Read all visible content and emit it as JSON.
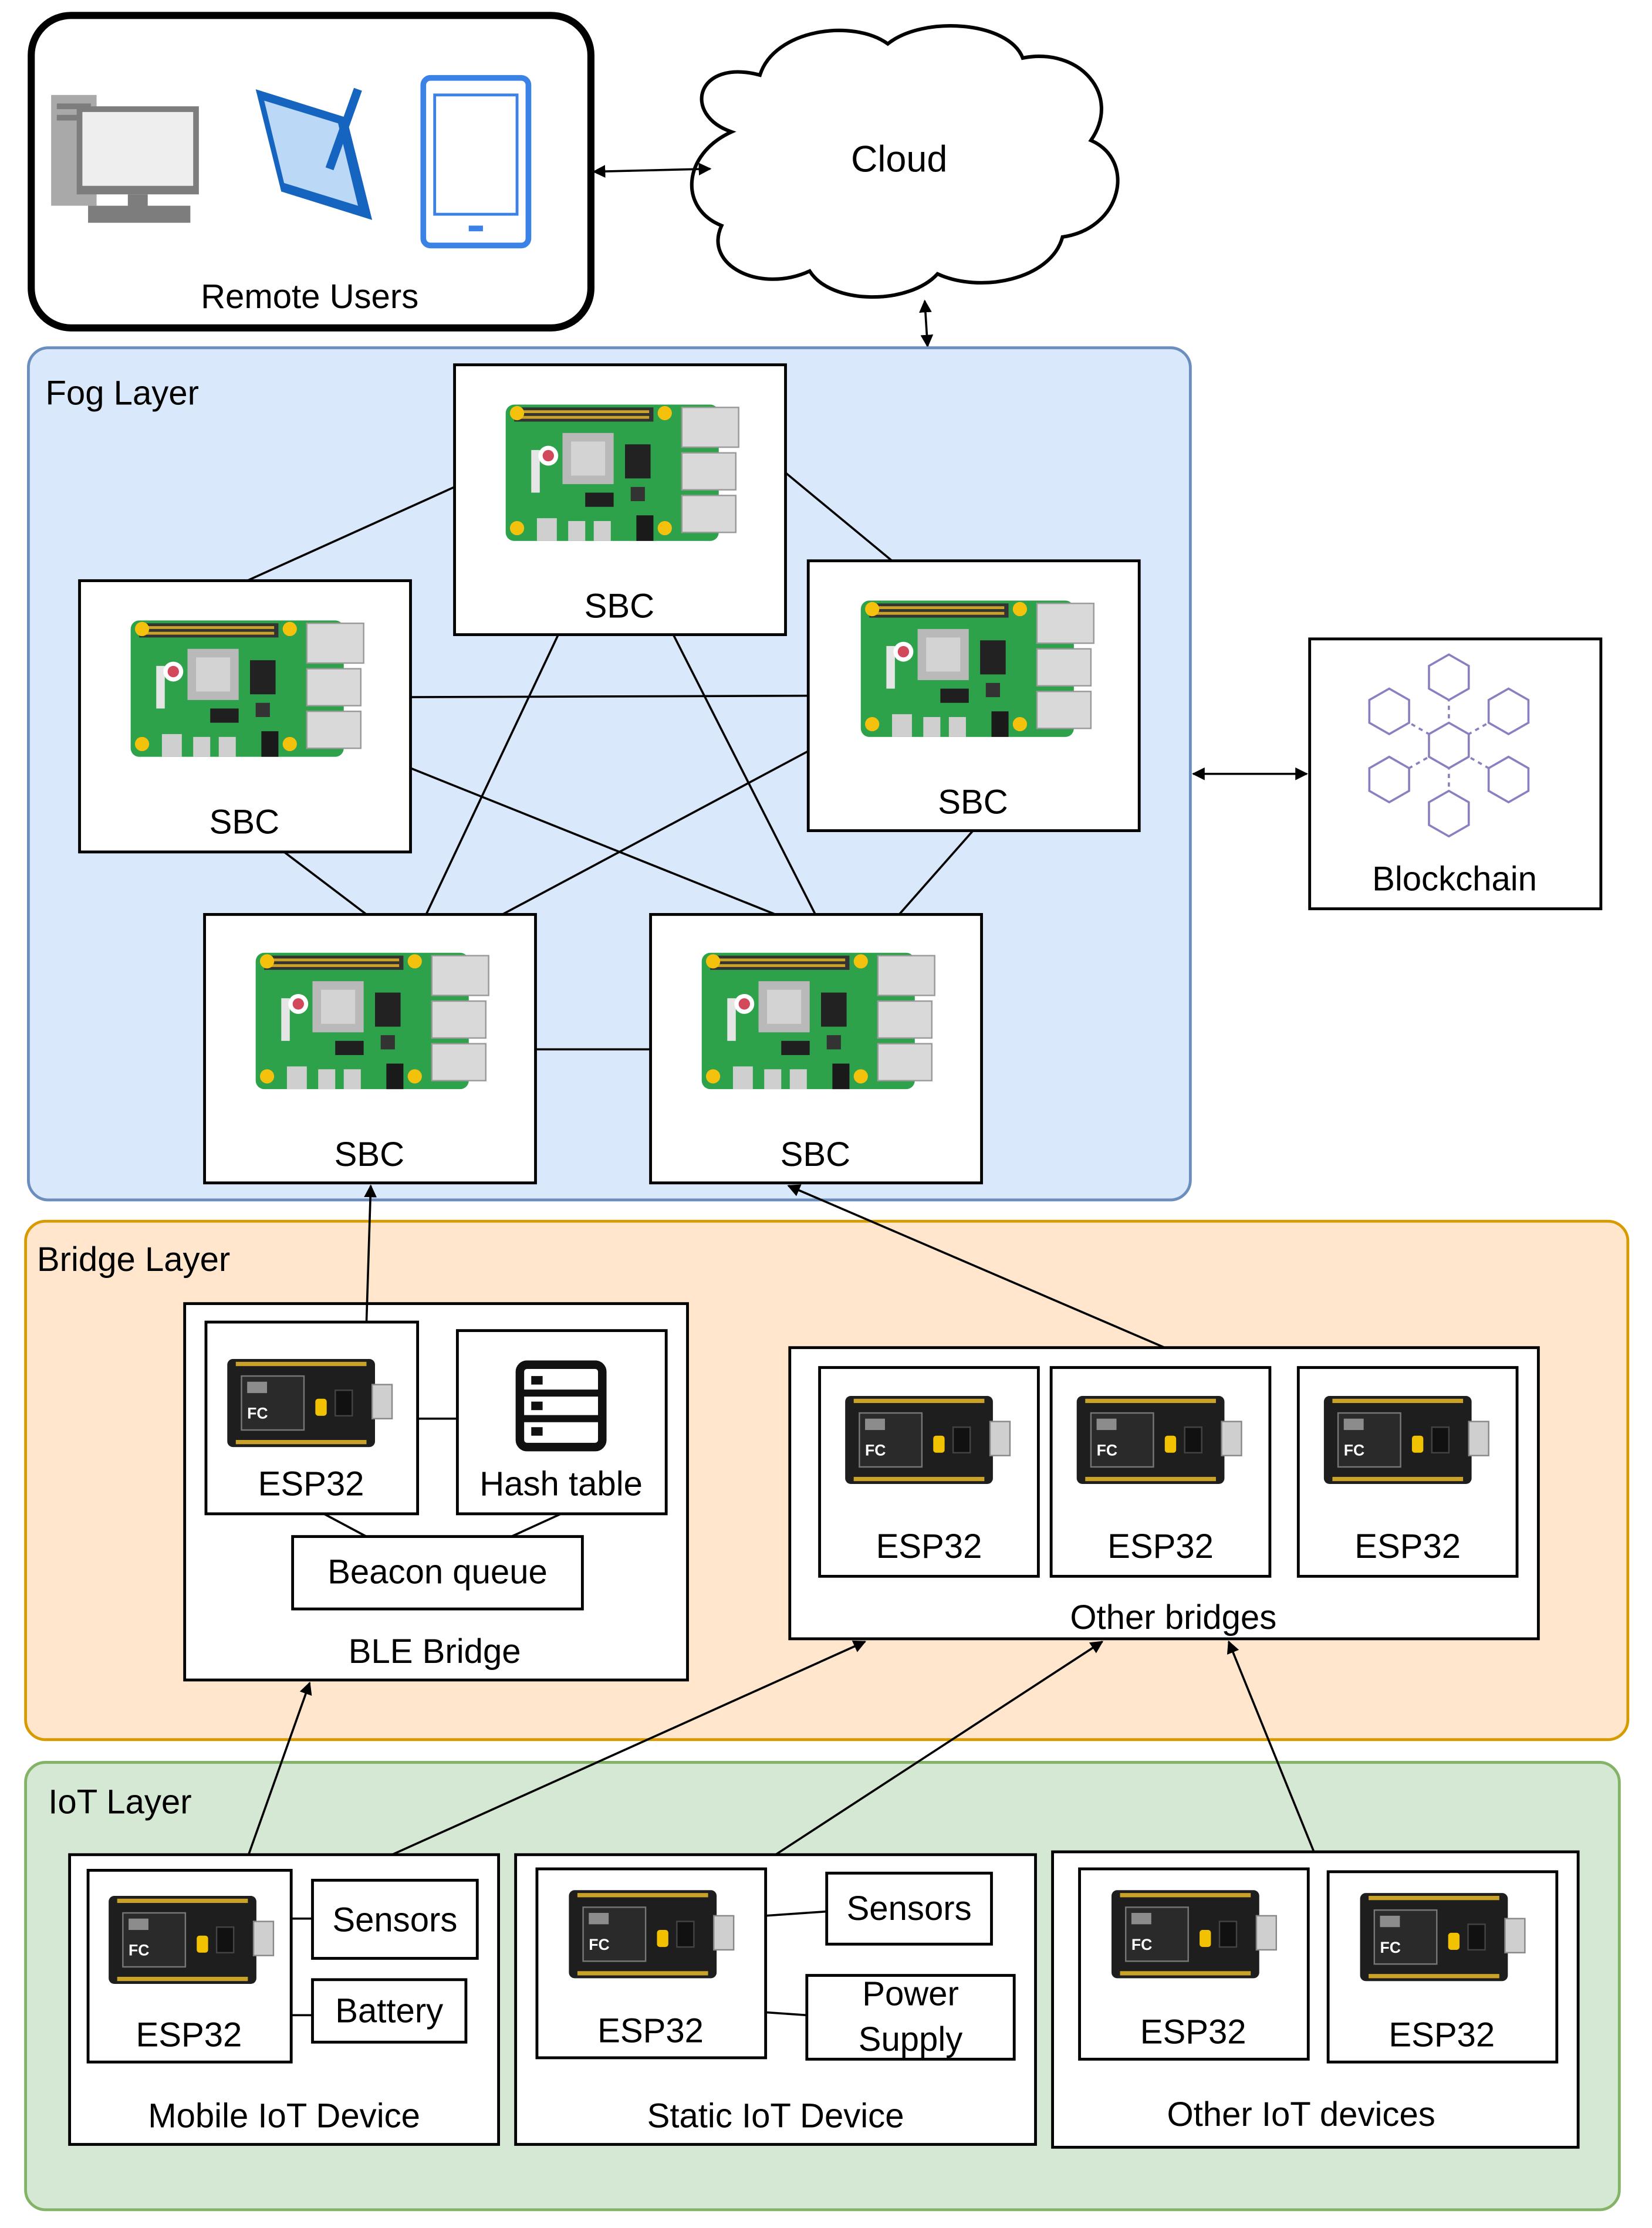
{
  "colors": {
    "fog_fill": "#dae8fc",
    "fog_stroke": "#6c8ebf",
    "bridge_fill": "#ffe6cc",
    "bridge_stroke": "#d79b00",
    "iot_fill": "#d5e8d4",
    "iot_stroke": "#82b366",
    "board_green": "#2ea24b",
    "esp_black": "#1e1e1e",
    "icon_blue": "#3b82e6",
    "chain_purple": "#8a7fc0"
  },
  "top": {
    "remote_users": "Remote Users",
    "cloud": "Cloud"
  },
  "fog": {
    "title": "Fog Layer",
    "sbc_top": "SBC",
    "sbc_left": "SBC",
    "sbc_right": "SBC",
    "sbc_bottom_left": "SBC",
    "sbc_bottom_right": "SBC"
  },
  "blockchain": "Blockchain",
  "bridge": {
    "title": "Bridge Layer",
    "ble_bridge": "BLE Bridge",
    "ble_esp": "ESP32",
    "hash_table": "Hash table",
    "beacon_queue": "Beacon queue",
    "other_bridges": "Other bridges",
    "other_esp": [
      "ESP32",
      "ESP32",
      "ESP32"
    ]
  },
  "iot": {
    "title": "IoT Layer",
    "mobile": {
      "title": "Mobile IoT Device",
      "esp": "ESP32",
      "sensors": "Sensors",
      "battery": "Battery"
    },
    "static": {
      "title": "Static IoT Device",
      "esp": "ESP32",
      "sensors": "Sensors",
      "power_line1": "Power",
      "power_line2": "Supply"
    },
    "other": {
      "title": "Other IoT devices",
      "esp": [
        "ESP32",
        "ESP32"
      ]
    }
  }
}
